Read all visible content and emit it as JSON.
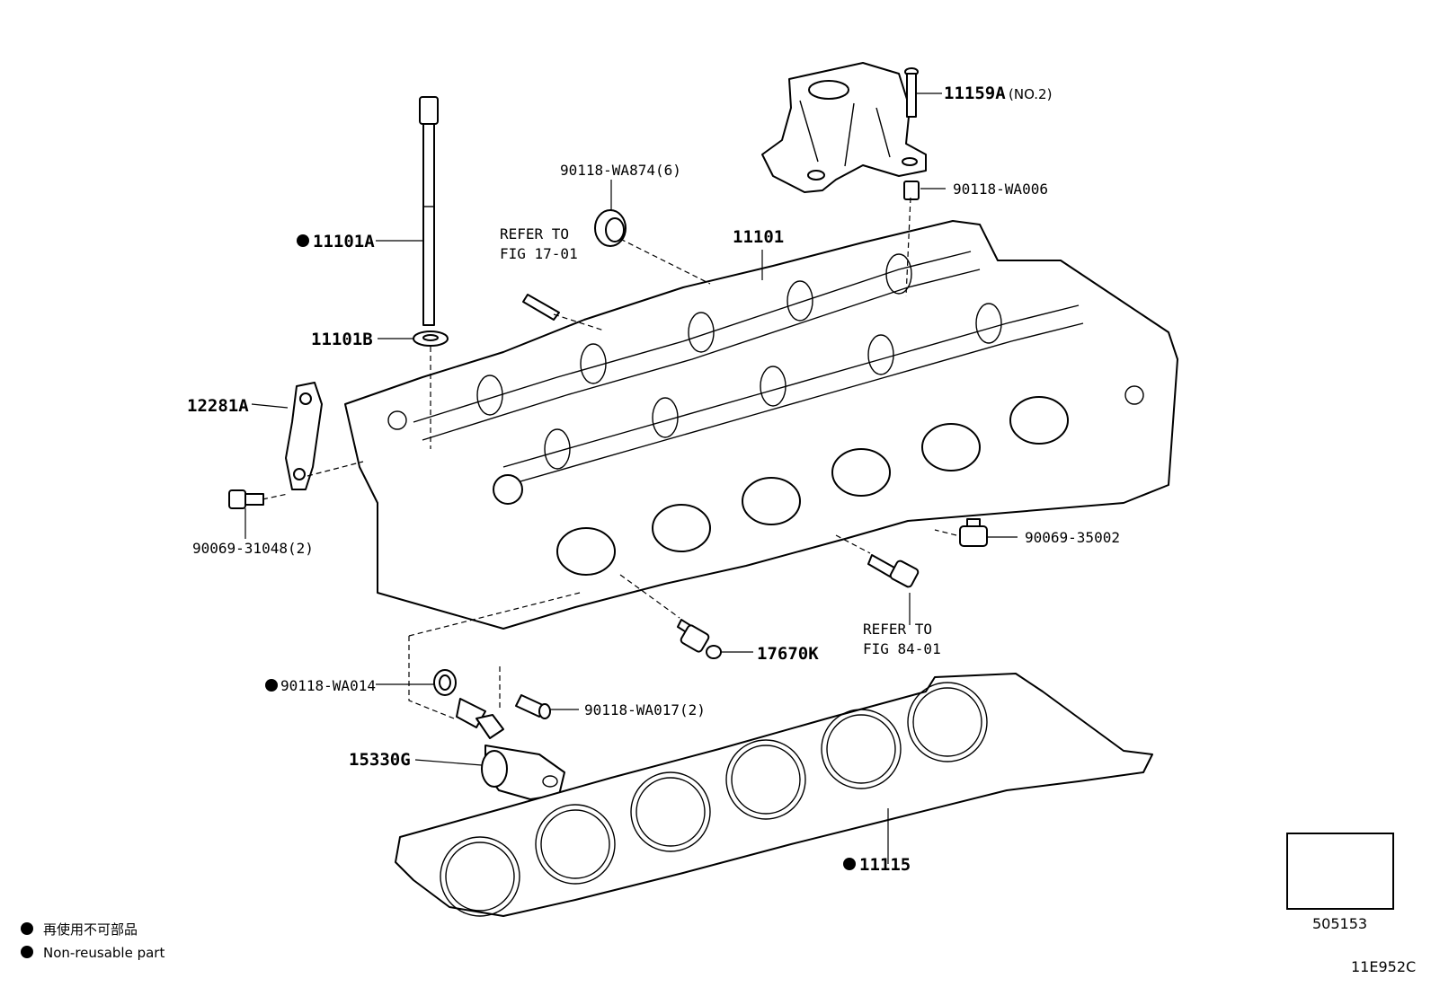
{
  "parts": {
    "p_11159A": "11159A",
    "p_11159A_note": "(NO.2)",
    "p_90118_WA874": "90118-WA874(6)",
    "p_90118_WA006": "90118-WA006",
    "p_refer_17_line1": "REFER TO",
    "p_refer_17_line2": "FIG 17-01",
    "p_11101": "11101",
    "p_11101A": "11101A",
    "p_11101B": "11101B",
    "p_12281A": "12281A",
    "p_90069_31048": "90069-31048(2)",
    "p_90069_35002": "90069-35002",
    "p_refer_84_line1": "REFER TO",
    "p_refer_84_line2": "FIG 84-01",
    "p_17670K": "17670K",
    "p_90118_WA014": "90118-WA014",
    "p_90118_WA017": "90118-WA017(2)",
    "p_15330G": "15330G",
    "p_11115": "11115"
  },
  "legend": {
    "jp": "再使用不可部品",
    "en": "Non-reusable part"
  },
  "ref_box_code": "505153",
  "figure_code": "11E952C"
}
